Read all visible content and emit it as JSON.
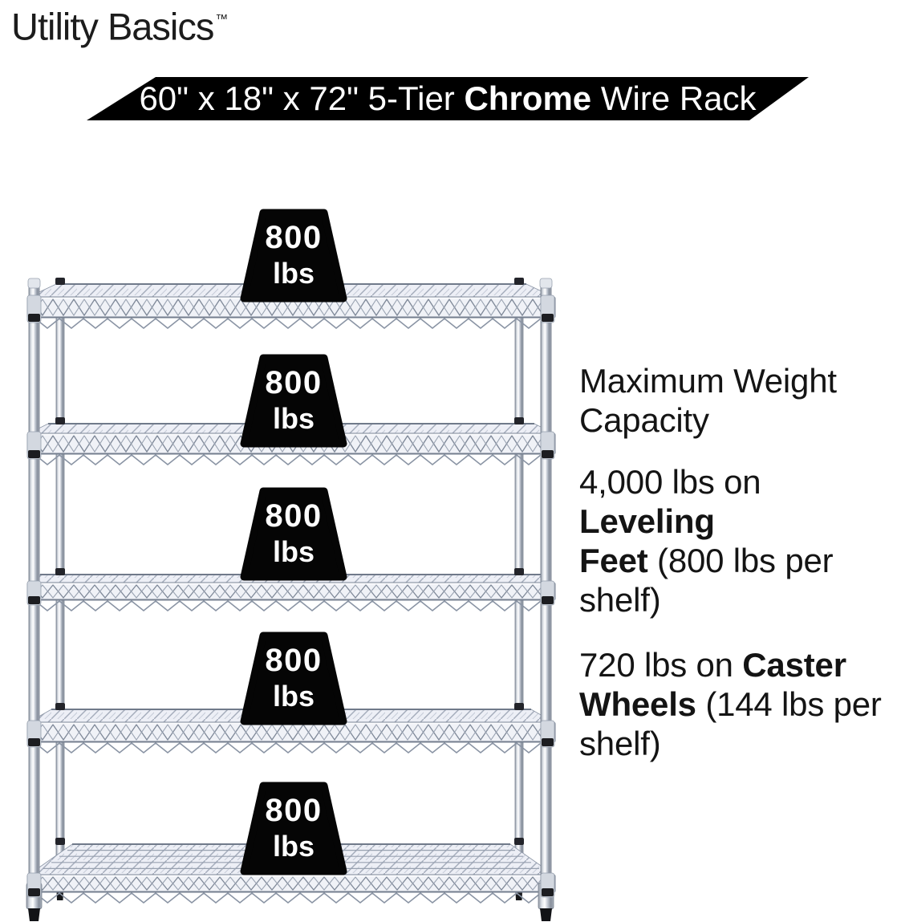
{
  "brand": {
    "name": "Utility Basics",
    "trademark": "™"
  },
  "banner": {
    "part1": "60\" x 18\" x 72\" 5-Tier ",
    "bold": "Chrome",
    "part2": " Wire Rack",
    "bg_color": "#000000",
    "text_color": "#ffffff"
  },
  "rack": {
    "tier_count": 5,
    "weight_label": {
      "value": "800",
      "unit": "lbs"
    },
    "marker_bg": "#050505",
    "marker_text_color": "#ffffff"
  },
  "specs": {
    "heading_lines": [
      "Maximum Weight",
      "Capacity"
    ],
    "leveling": {
      "line1_regular": "4,000 lbs on ",
      "line1_bold": "Leveling",
      "line2_bold": "Feet",
      "line2_regular": " (800 lbs per",
      "line3": "shelf)"
    },
    "casters": {
      "line1_regular": "720 lbs on ",
      "line1_bold": "Caster",
      "line2_bold": "Wheels",
      "line2_regular": " (144 lbs per",
      "line3": "shelf)"
    }
  },
  "colors": {
    "body_text": "#1a1a1a",
    "chrome_light": "#f4f6f9",
    "chrome_mid": "#c3c9d3",
    "chrome_dark": "#8e96a3",
    "mesh_line": "#7e8798",
    "mesh_fill": "#edeff6",
    "collar_black": "#1c1d21"
  }
}
